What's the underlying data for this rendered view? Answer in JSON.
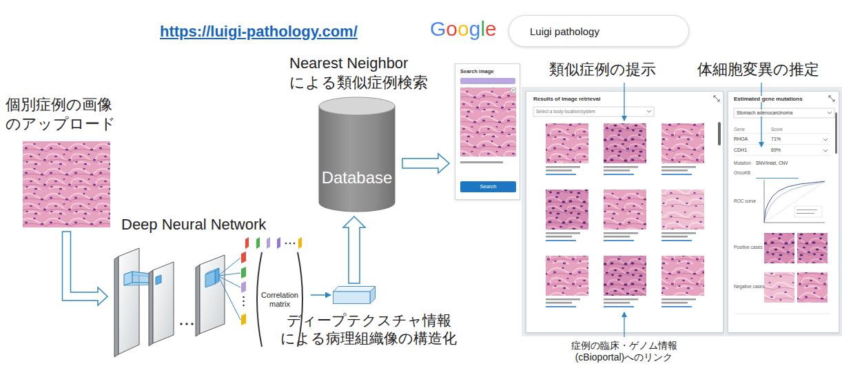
{
  "diagram": {
    "nodes": [
      {
        "text": [
          "Luigi pathology"
        ]
      },
      {
        "text": [
          "個別症例の画像 のアップロード"
        ]
      },
      {
        "text": [
          "Deep Neural Network"
        ]
      },
      {
        "text": [
          "Correlation matrix"
        ]
      },
      {
        "text": [
          "ディープテクスチャ情報 による病理組織像の構造化"
        ]
      },
      {
        "text": [
          "Nearest Neighbor による類似症例検索",
          "Database"
        ]
      },
      {
        "text": [
          "Search image",
          "Search"
        ]
      },
      {
        "text": [
          "Results of image retrieval",
          "Select a body location/system"
        ]
      },
      {
        "text": [
          "Estimated gene mutations",
          "Stomach adenocarcinoma",
          "Gene",
          "Score",
          "RHOA",
          "71%",
          "CDH1",
          "69%",
          "Mutation",
          "SNV/Indel, CNV",
          "OncoKB",
          "ROC curve",
          "Positive cases",
          "Negative cases"
        ]
      }
    ],
    "edges": [
      {
        "from": 1,
        "to": 2,
        "arrow": "to"
      },
      {
        "from": 3,
        "to": 4,
        "arrow": "to"
      },
      {
        "from": 4,
        "to": 5,
        "arrow": "to"
      },
      {
        "from": 5,
        "to": 6,
        "arrow": "to"
      }
    ],
    "labels": [
      "https://luigi-pathology.com/",
      "Google",
      "類似症例の提示",
      "体細胞変異の推定",
      "症例の臨床・ゲノム情報 (cBioportal)へのリンク"
    ]
  }
}
